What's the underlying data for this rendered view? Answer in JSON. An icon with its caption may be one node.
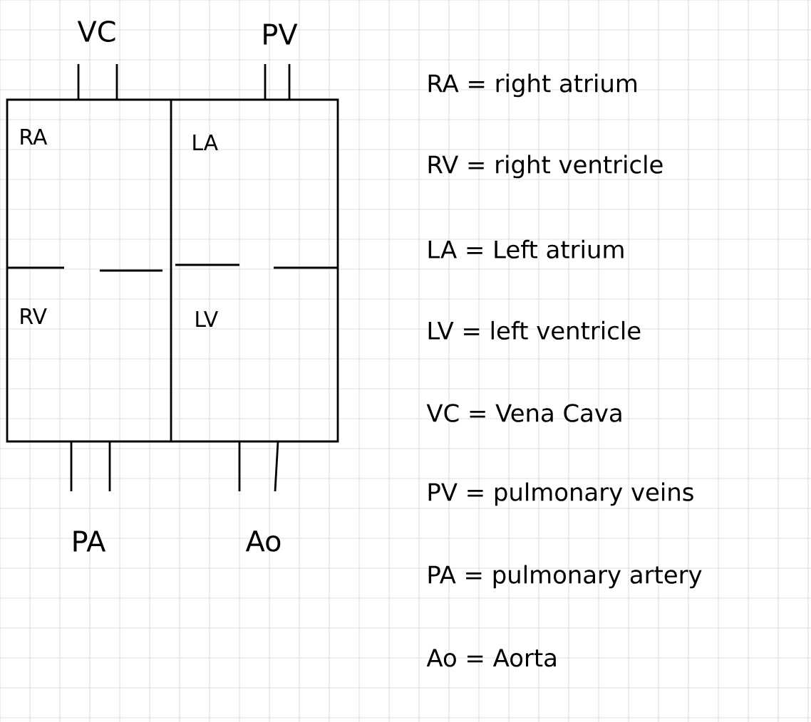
{
  "diagram": {
    "nodes": [
      {
        "text": [
          "VC"
        ]
      },
      {
        "text": [
          "PV"
        ]
      },
      {
        "text": [
          "RA"
        ]
      },
      {
        "text": [
          "LA"
        ]
      },
      {
        "text": [
          "RV"
        ]
      },
      {
        "text": [
          "LV"
        ]
      },
      {
        "text": [
          "PA"
        ]
      },
      {
        "text": [
          "Ao"
        ]
      }
    ],
    "labels": [
      "RA = right atrium",
      "RV = right ventricle",
      "LA = Left atrium",
      "LV = left ventricle",
      "VC = Vena Cava",
      "PV = pulmonary veins",
      "PA = pulmonary artery",
      "Ao = Aorta"
    ]
  }
}
